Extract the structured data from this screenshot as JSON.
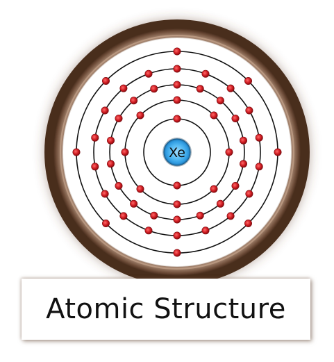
{
  "diagram": {
    "element_symbol": "Xe",
    "caption": "Atomic Structure",
    "shells": [
      2,
      8,
      18,
      18,
      8
    ],
    "colors": {
      "electron": "#c4161c",
      "nucleus": "#3aa6e8",
      "ring": "#8b6852",
      "orbit": "#111111"
    }
  }
}
